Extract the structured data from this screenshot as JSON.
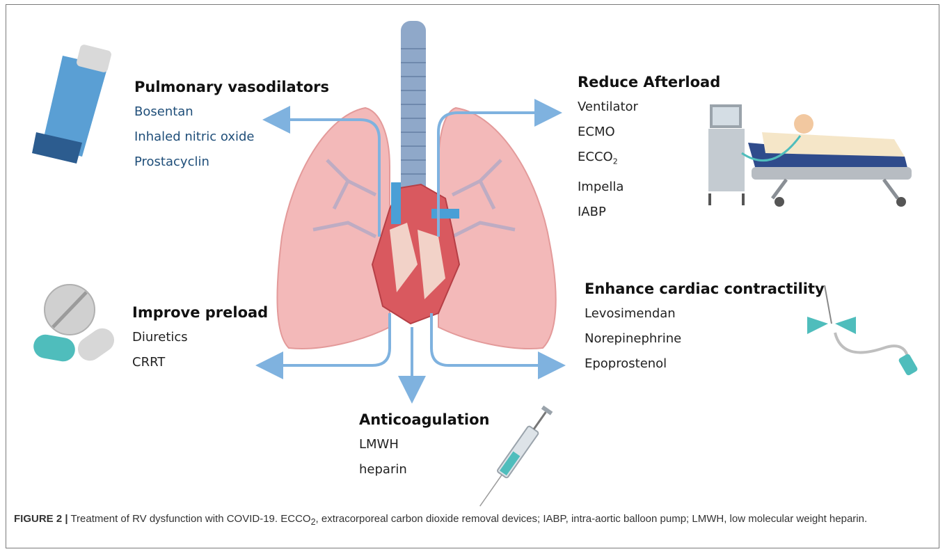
{
  "groups": {
    "pulmonary": {
      "heading": "Pulmonary vasodilators",
      "items": [
        "Bosentan",
        "Inhaled nitric oxide",
        "Prostacyclin"
      ]
    },
    "afterload": {
      "heading": "Reduce Afterload",
      "items": [
        "Ventilator",
        "ECMO",
        "ECCO",
        "Impella",
        "IABP"
      ],
      "subscript": "2"
    },
    "preload": {
      "heading": "Improve preload",
      "items": [
        "Diuretics",
        "CRRT"
      ]
    },
    "contractility": {
      "heading": "Enhance cardiac contractility",
      "items": [
        "Levosimendan",
        "Norepinephrine",
        "Epoprostenol"
      ]
    },
    "anticoag": {
      "heading": "Anticoagulation",
      "items": [
        "LMWH",
        "heparin"
      ]
    }
  },
  "caption": {
    "label": "FIGURE 2 |",
    "text_1": " Treatment of RV dysfunction with COVID-19. ECCO",
    "sub": "2",
    "text_2": ", extracorporeal carbon dioxide removal devices; IABP, intra-aortic balloon pump; LMWH, low molecular weight heparin."
  },
  "colors": {
    "arrow": "#7fb2df",
    "lung": "#f3b9b9",
    "trachea": "#8fa8c9",
    "heart": "#d9595f",
    "teal": "#4fbdbc",
    "inhaler_blue": "#5a9fd4"
  }
}
